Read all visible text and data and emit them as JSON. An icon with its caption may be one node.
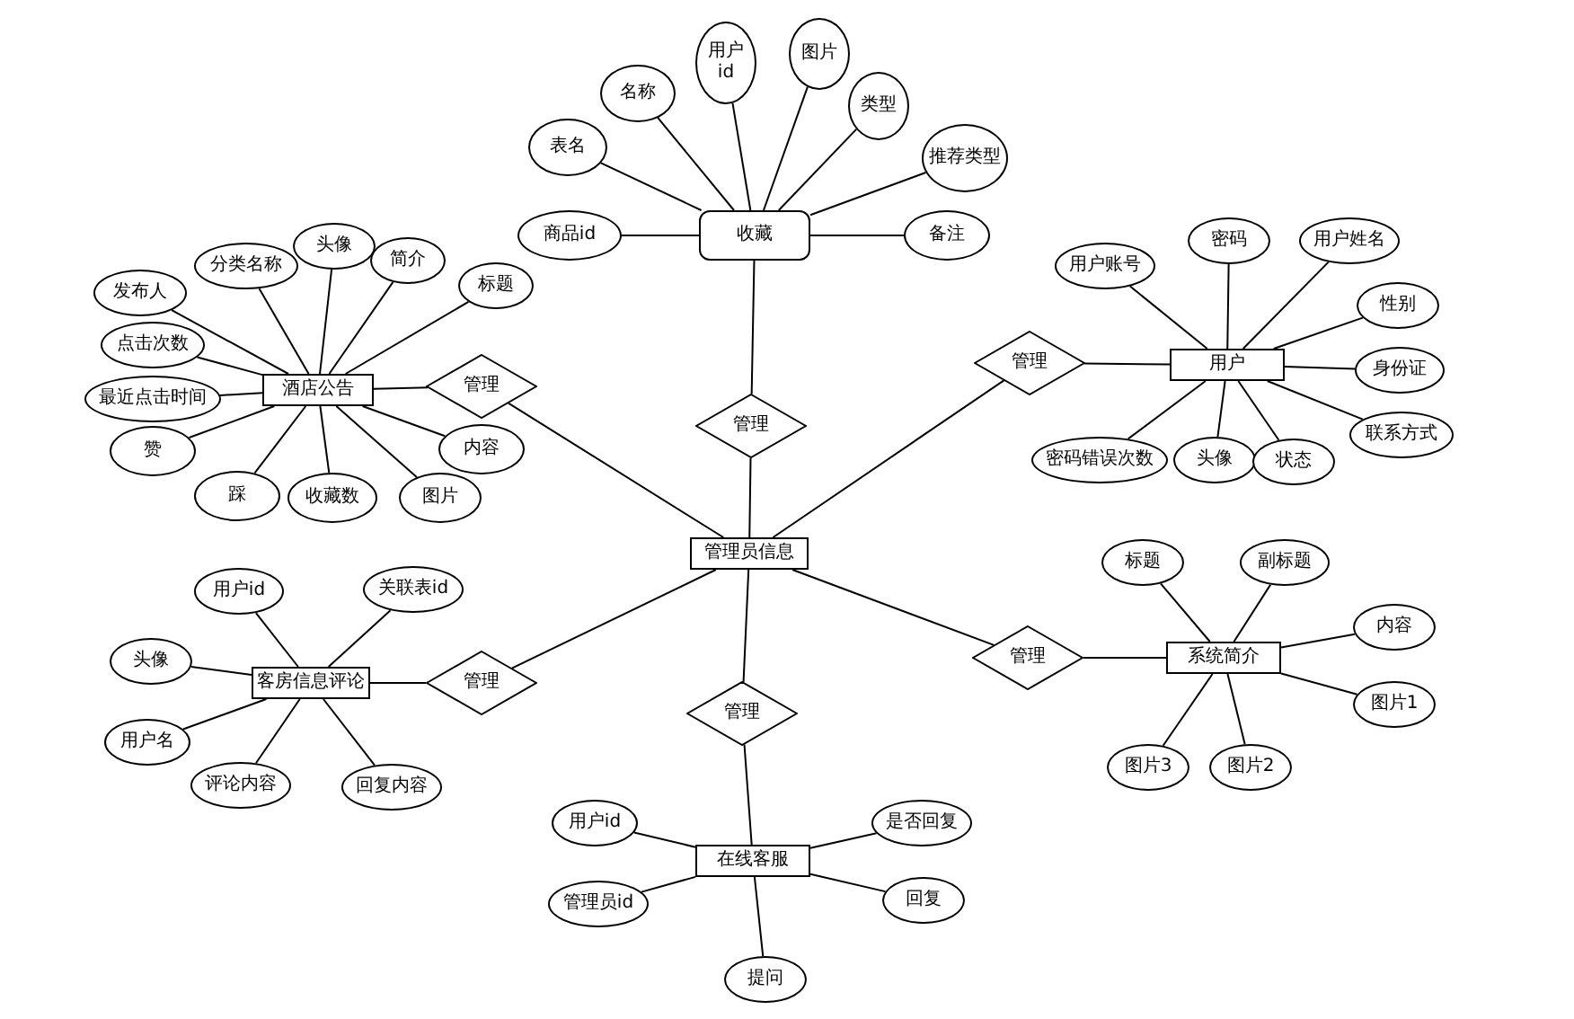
{
  "diagram": {
    "nodes": [
      {
        "text": [
          "表名"
        ]
      },
      {
        "text": [
          "名称"
        ]
      },
      {
        "text": [
          "用户id"
        ]
      },
      {
        "text": [
          "图片"
        ]
      },
      {
        "text": [
          "类型"
        ]
      },
      {
        "text": [
          "推荐类型"
        ]
      },
      {
        "text": [
          "商品id"
        ]
      },
      {
        "text": [
          "收藏"
        ]
      },
      {
        "text": [
          "备注"
        ]
      },
      {
        "text": [
          "管理"
        ]
      },
      {
        "text": [
          "分类名称"
        ]
      },
      {
        "text": [
          "头像"
        ]
      },
      {
        "text": [
          "简介"
        ]
      },
      {
        "text": [
          "标题"
        ]
      },
      {
        "text": [
          "发布人"
        ]
      },
      {
        "text": [
          "点击次数"
        ]
      },
      {
        "text": [
          "最近点击时间"
        ]
      },
      {
        "text": [
          "酒店公告"
        ]
      },
      {
        "text": [
          "管理"
        ]
      },
      {
        "text": [
          "赞"
        ]
      },
      {
        "text": [
          "内容"
        ]
      },
      {
        "text": [
          "踩"
        ]
      },
      {
        "text": [
          "收藏数"
        ]
      },
      {
        "text": [
          "图片"
        ]
      },
      {
        "text": [
          "用户账号"
        ]
      },
      {
        "text": [
          "密码"
        ]
      },
      {
        "text": [
          "用户姓名"
        ]
      },
      {
        "text": [
          "性别"
        ]
      },
      {
        "text": [
          "管理"
        ]
      },
      {
        "text": [
          "用户"
        ]
      },
      {
        "text": [
          "身份证"
        ]
      },
      {
        "text": [
          "联系方式"
        ]
      },
      {
        "text": [
          "密码错误次数"
        ]
      },
      {
        "text": [
          "头像"
        ]
      },
      {
        "text": [
          "状态"
        ]
      },
      {
        "text": [
          "管理员信息"
        ]
      },
      {
        "text": [
          "用户id"
        ]
      },
      {
        "text": [
          "关联表id"
        ]
      },
      {
        "text": [
          "头像"
        ]
      },
      {
        "text": [
          "客房信息评论"
        ]
      },
      {
        "text": [
          "管理"
        ]
      },
      {
        "text": [
          "用户名"
        ]
      },
      {
        "text": [
          "评论内容"
        ]
      },
      {
        "text": [
          "回复内容"
        ]
      },
      {
        "text": [
          "标题"
        ]
      },
      {
        "text": [
          "副标题"
        ]
      },
      {
        "text": [
          "内容"
        ]
      },
      {
        "text": [
          "管理"
        ]
      },
      {
        "text": [
          "系统简介"
        ]
      },
      {
        "text": [
          "图片1"
        ]
      },
      {
        "text": [
          "图片3"
        ]
      },
      {
        "text": [
          "图片2"
        ]
      },
      {
        "text": [
          "管理"
        ]
      },
      {
        "text": [
          "用户id"
        ]
      },
      {
        "text": [
          "是否回复"
        ]
      },
      {
        "text": [
          "在线客服"
        ]
      },
      {
        "text": [
          "管理员id"
        ]
      },
      {
        "text": [
          "回复"
        ]
      },
      {
        "text": [
          "提问"
        ]
      }
    ],
    "edges": [
      {
        "from": 0,
        "to": 7,
        "arrow": "none"
      },
      {
        "from": 1,
        "to": 7,
        "arrow": "none"
      },
      {
        "from": 2,
        "to": 7,
        "arrow": "none"
      },
      {
        "from": 3,
        "to": 7,
        "arrow": "none"
      },
      {
        "from": 4,
        "to": 7,
        "arrow": "none"
      },
      {
        "from": 5,
        "to": 7,
        "arrow": "none"
      },
      {
        "from": 6,
        "to": 7,
        "arrow": "none"
      },
      {
        "from": 7,
        "to": 8,
        "arrow": "none"
      },
      {
        "from": 7,
        "to": 9,
        "arrow": "none"
      },
      {
        "from": 9,
        "to": 35,
        "arrow": "none"
      },
      {
        "from": 10,
        "to": 17,
        "arrow": "none"
      },
      {
        "from": 11,
        "to": 17,
        "arrow": "none"
      },
      {
        "from": 12,
        "to": 17,
        "arrow": "none"
      },
      {
        "from": 13,
        "to": 17,
        "arrow": "none"
      },
      {
        "from": 14,
        "to": 17,
        "arrow": "none"
      },
      {
        "from": 15,
        "to": 17,
        "arrow": "none"
      },
      {
        "from": 16,
        "to": 17,
        "arrow": "none"
      },
      {
        "from": 19,
        "to": 17,
        "arrow": "none"
      },
      {
        "from": 21,
        "to": 17,
        "arrow": "none"
      },
      {
        "from": 22,
        "to": 17,
        "arrow": "none"
      },
      {
        "from": 23,
        "to": 17,
        "arrow": "none"
      },
      {
        "from": 20,
        "to": 17,
        "arrow": "none"
      },
      {
        "from": 17,
        "to": 18,
        "arrow": "none"
      },
      {
        "from": 18,
        "to": 35,
        "arrow": "none"
      },
      {
        "from": 24,
        "to": 29,
        "arrow": "none"
      },
      {
        "from": 25,
        "to": 29,
        "arrow": "none"
      },
      {
        "from": 26,
        "to": 29,
        "arrow": "none"
      },
      {
        "from": 27,
        "to": 29,
        "arrow": "none"
      },
      {
        "from": 30,
        "to": 29,
        "arrow": "none"
      },
      {
        "from": 31,
        "to": 29,
        "arrow": "none"
      },
      {
        "from": 32,
        "to": 29,
        "arrow": "none"
      },
      {
        "from": 33,
        "to": 29,
        "arrow": "none"
      },
      {
        "from": 34,
        "to": 29,
        "arrow": "none"
      },
      {
        "from": 28,
        "to": 29,
        "arrow": "none"
      },
      {
        "from": 35,
        "to": 28,
        "arrow": "none"
      },
      {
        "from": 36,
        "to": 39,
        "arrow": "none"
      },
      {
        "from": 37,
        "to": 39,
        "arrow": "none"
      },
      {
        "from": 38,
        "to": 39,
        "arrow": "none"
      },
      {
        "from": 41,
        "to": 39,
        "arrow": "none"
      },
      {
        "from": 42,
        "to": 39,
        "arrow": "none"
      },
      {
        "from": 43,
        "to": 39,
        "arrow": "none"
      },
      {
        "from": 39,
        "to": 40,
        "arrow": "none"
      },
      {
        "from": 40,
        "to": 35,
        "arrow": "none"
      },
      {
        "from": 44,
        "to": 48,
        "arrow": "none"
      },
      {
        "from": 45,
        "to": 48,
        "arrow": "none"
      },
      {
        "from": 46,
        "to": 48,
        "arrow": "none"
      },
      {
        "from": 49,
        "to": 48,
        "arrow": "none"
      },
      {
        "from": 50,
        "to": 48,
        "arrow": "none"
      },
      {
        "from": 51,
        "to": 48,
        "arrow": "none"
      },
      {
        "from": 47,
        "to": 48,
        "arrow": "none"
      },
      {
        "from": 35,
        "to": 47,
        "arrow": "none"
      },
      {
        "from": 35,
        "to": 52,
        "arrow": "none"
      },
      {
        "from": 52,
        "to": 55,
        "arrow": "none"
      },
      {
        "from": 53,
        "to": 55,
        "arrow": "none"
      },
      {
        "from": 54,
        "to": 55,
        "arrow": "none"
      },
      {
        "from": 56,
        "to": 55,
        "arrow": "none"
      },
      {
        "from": 57,
        "to": 55,
        "arrow": "none"
      },
      {
        "from": 58,
        "to": 55,
        "arrow": "none"
      }
    ]
  }
}
